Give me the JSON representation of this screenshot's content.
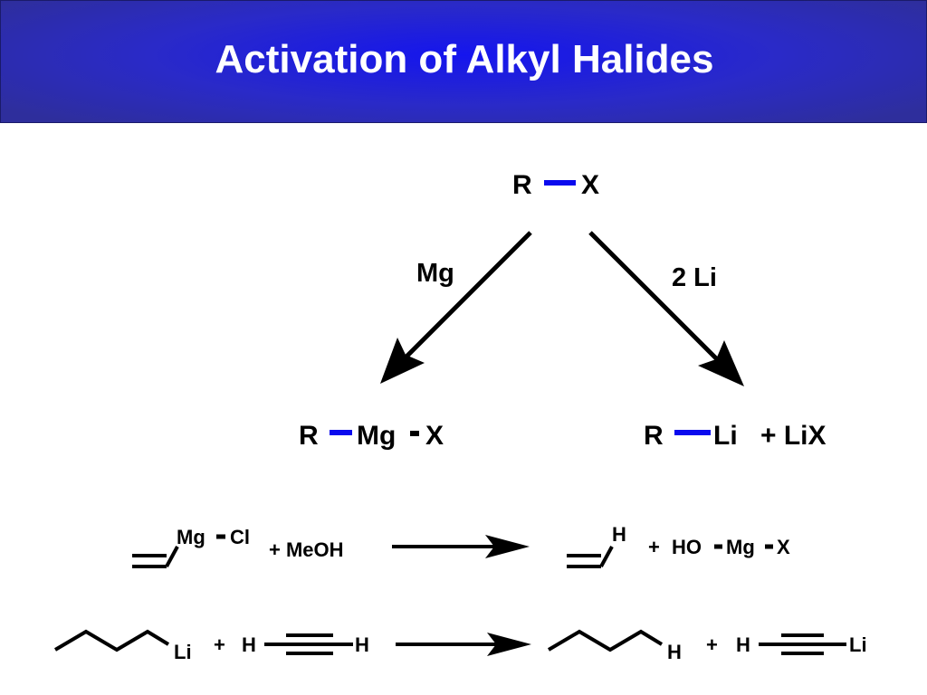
{
  "title": "Activation of Alkyl Halides",
  "colors": {
    "bond_highlight": "#0a0aee",
    "title_bg": "#2020d0",
    "title_text": "#ffffff"
  },
  "top_reaction": {
    "start": {
      "r": "R",
      "x": "X"
    },
    "left_reagent": "Mg",
    "right_reagent": "2 Li",
    "left_product": {
      "r": "R",
      "mg": "Mg",
      "x": "X"
    },
    "right_product": {
      "r": "R",
      "li": "Li",
      "byproduct": "+ LiX"
    }
  },
  "example1": {
    "reactant_mg": "Mg",
    "reactant_cl": "Cl",
    "reagent": "+ MeOH",
    "product_h": "H",
    "plus": "+",
    "byproduct_ho": "HO",
    "byproduct_mg": "Mg",
    "byproduct_x": "X"
  },
  "example2": {
    "reactant_li": "Li",
    "plus1": "+",
    "alkyne_h_left": "H",
    "alkyne_h_right": "H",
    "product_h": "H",
    "plus2": "+",
    "product_alkyne_h": "H",
    "product_alkyne_li": "Li"
  }
}
